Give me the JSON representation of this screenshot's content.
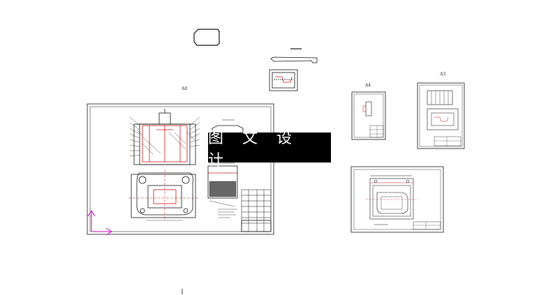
{
  "watermark": {
    "text": "图 文 设 计"
  },
  "sheets": {
    "a0": {
      "label": "A0"
    },
    "a4": {
      "label": "A4"
    },
    "a3": {
      "label": "A3"
    }
  },
  "colors": {
    "line": "#111111",
    "red": "#d01010",
    "ucs": "#cc33cc"
  }
}
